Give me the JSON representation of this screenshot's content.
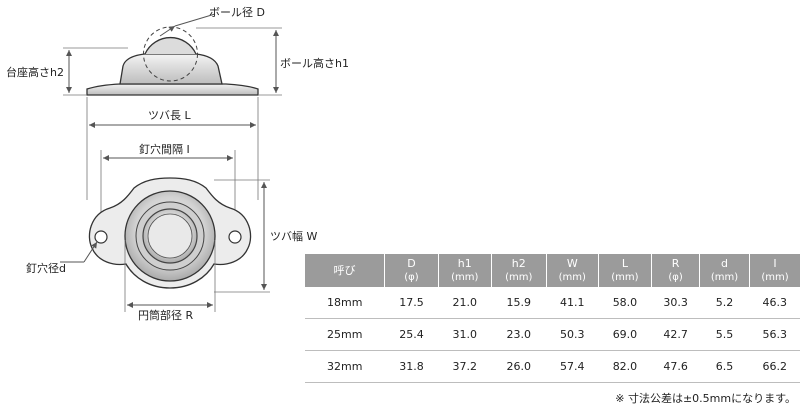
{
  "labels": {
    "ball_diameter": "ボール径 D",
    "ball_height": "ボール高さh1",
    "base_height": "台座高さh2",
    "flange_length": "ツバ長 L",
    "hole_spacing": "釘穴間隔 I",
    "flange_width": "ツバ幅 W",
    "hole_diameter": "釘穴径d",
    "cylinder_diameter": "円筒部径 R"
  },
  "table": {
    "columns": [
      {
        "label": "呼び",
        "unit": ""
      },
      {
        "label": "D",
        "unit": "(φ)"
      },
      {
        "label": "h1",
        "unit": "(mm)"
      },
      {
        "label": "h2",
        "unit": "(mm)"
      },
      {
        "label": "W",
        "unit": "(mm)"
      },
      {
        "label": "L",
        "unit": "(mm)"
      },
      {
        "label": "R",
        "unit": "(φ)"
      },
      {
        "label": "d",
        "unit": "(mm)"
      },
      {
        "label": "I",
        "unit": "(mm)"
      }
    ],
    "rows": [
      [
        "18mm",
        "17.5",
        "21.0",
        "15.9",
        "41.1",
        "58.0",
        "30.3",
        "5.2",
        "46.3"
      ],
      [
        "25mm",
        "25.4",
        "31.0",
        "23.0",
        "50.3",
        "69.0",
        "42.7",
        "5.5",
        "56.3"
      ],
      [
        "32mm",
        "31.8",
        "37.2",
        "26.0",
        "57.4",
        "82.0",
        "47.6",
        "6.5",
        "66.2"
      ]
    ]
  },
  "note": "※ 寸法公差は±0.5mmになります。"
}
